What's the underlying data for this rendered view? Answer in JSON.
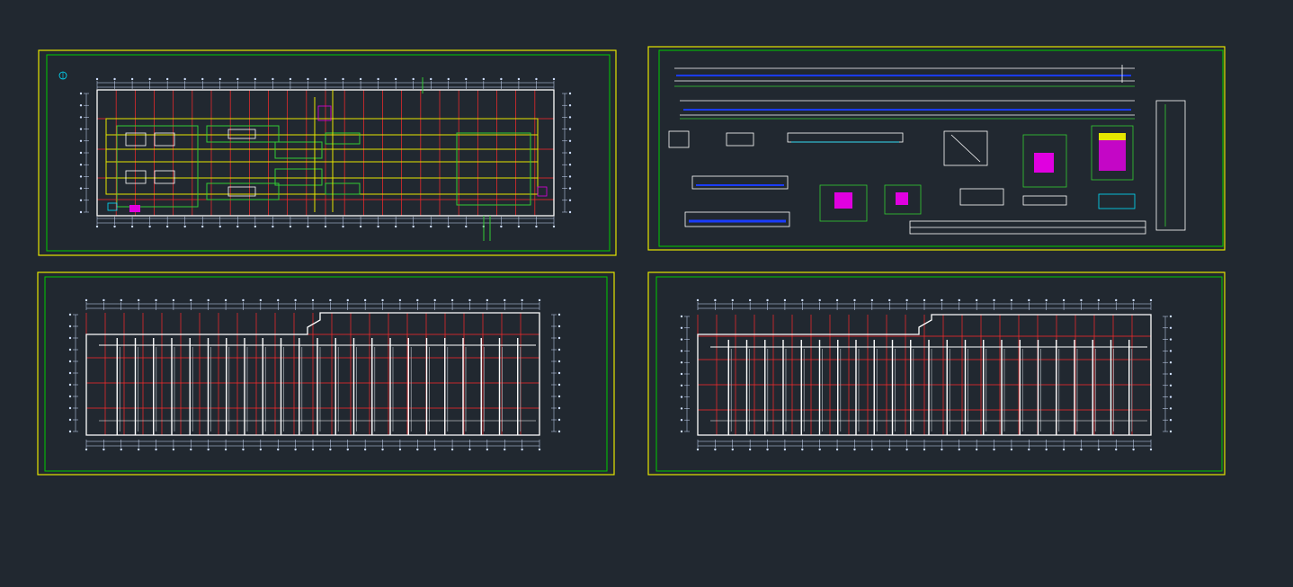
{
  "workspace": {
    "background": "#212830"
  },
  "colors": {
    "outer_frame": "#e6e600",
    "inner_frame": "#00cc00",
    "grid": "#ff2a2a",
    "wall": "#ffffff",
    "dimension": "#d0e0ff",
    "pipe_yellow": "#e6e600",
    "pipe_green": "#33cc33",
    "accent_magenta": "#e000e0",
    "accent_blue": "#1a3cff",
    "accent_cyan": "#00e0ff"
  },
  "sheets": [
    {
      "id": "sheet-1",
      "kind": "floor-plan-with-piping",
      "north_symbol": true
    },
    {
      "id": "sheet-2",
      "kind": "sections-and-details"
    },
    {
      "id": "sheet-3",
      "kind": "floor-plan-columns"
    },
    {
      "id": "sheet-4",
      "kind": "floor-plan-columns"
    }
  ]
}
